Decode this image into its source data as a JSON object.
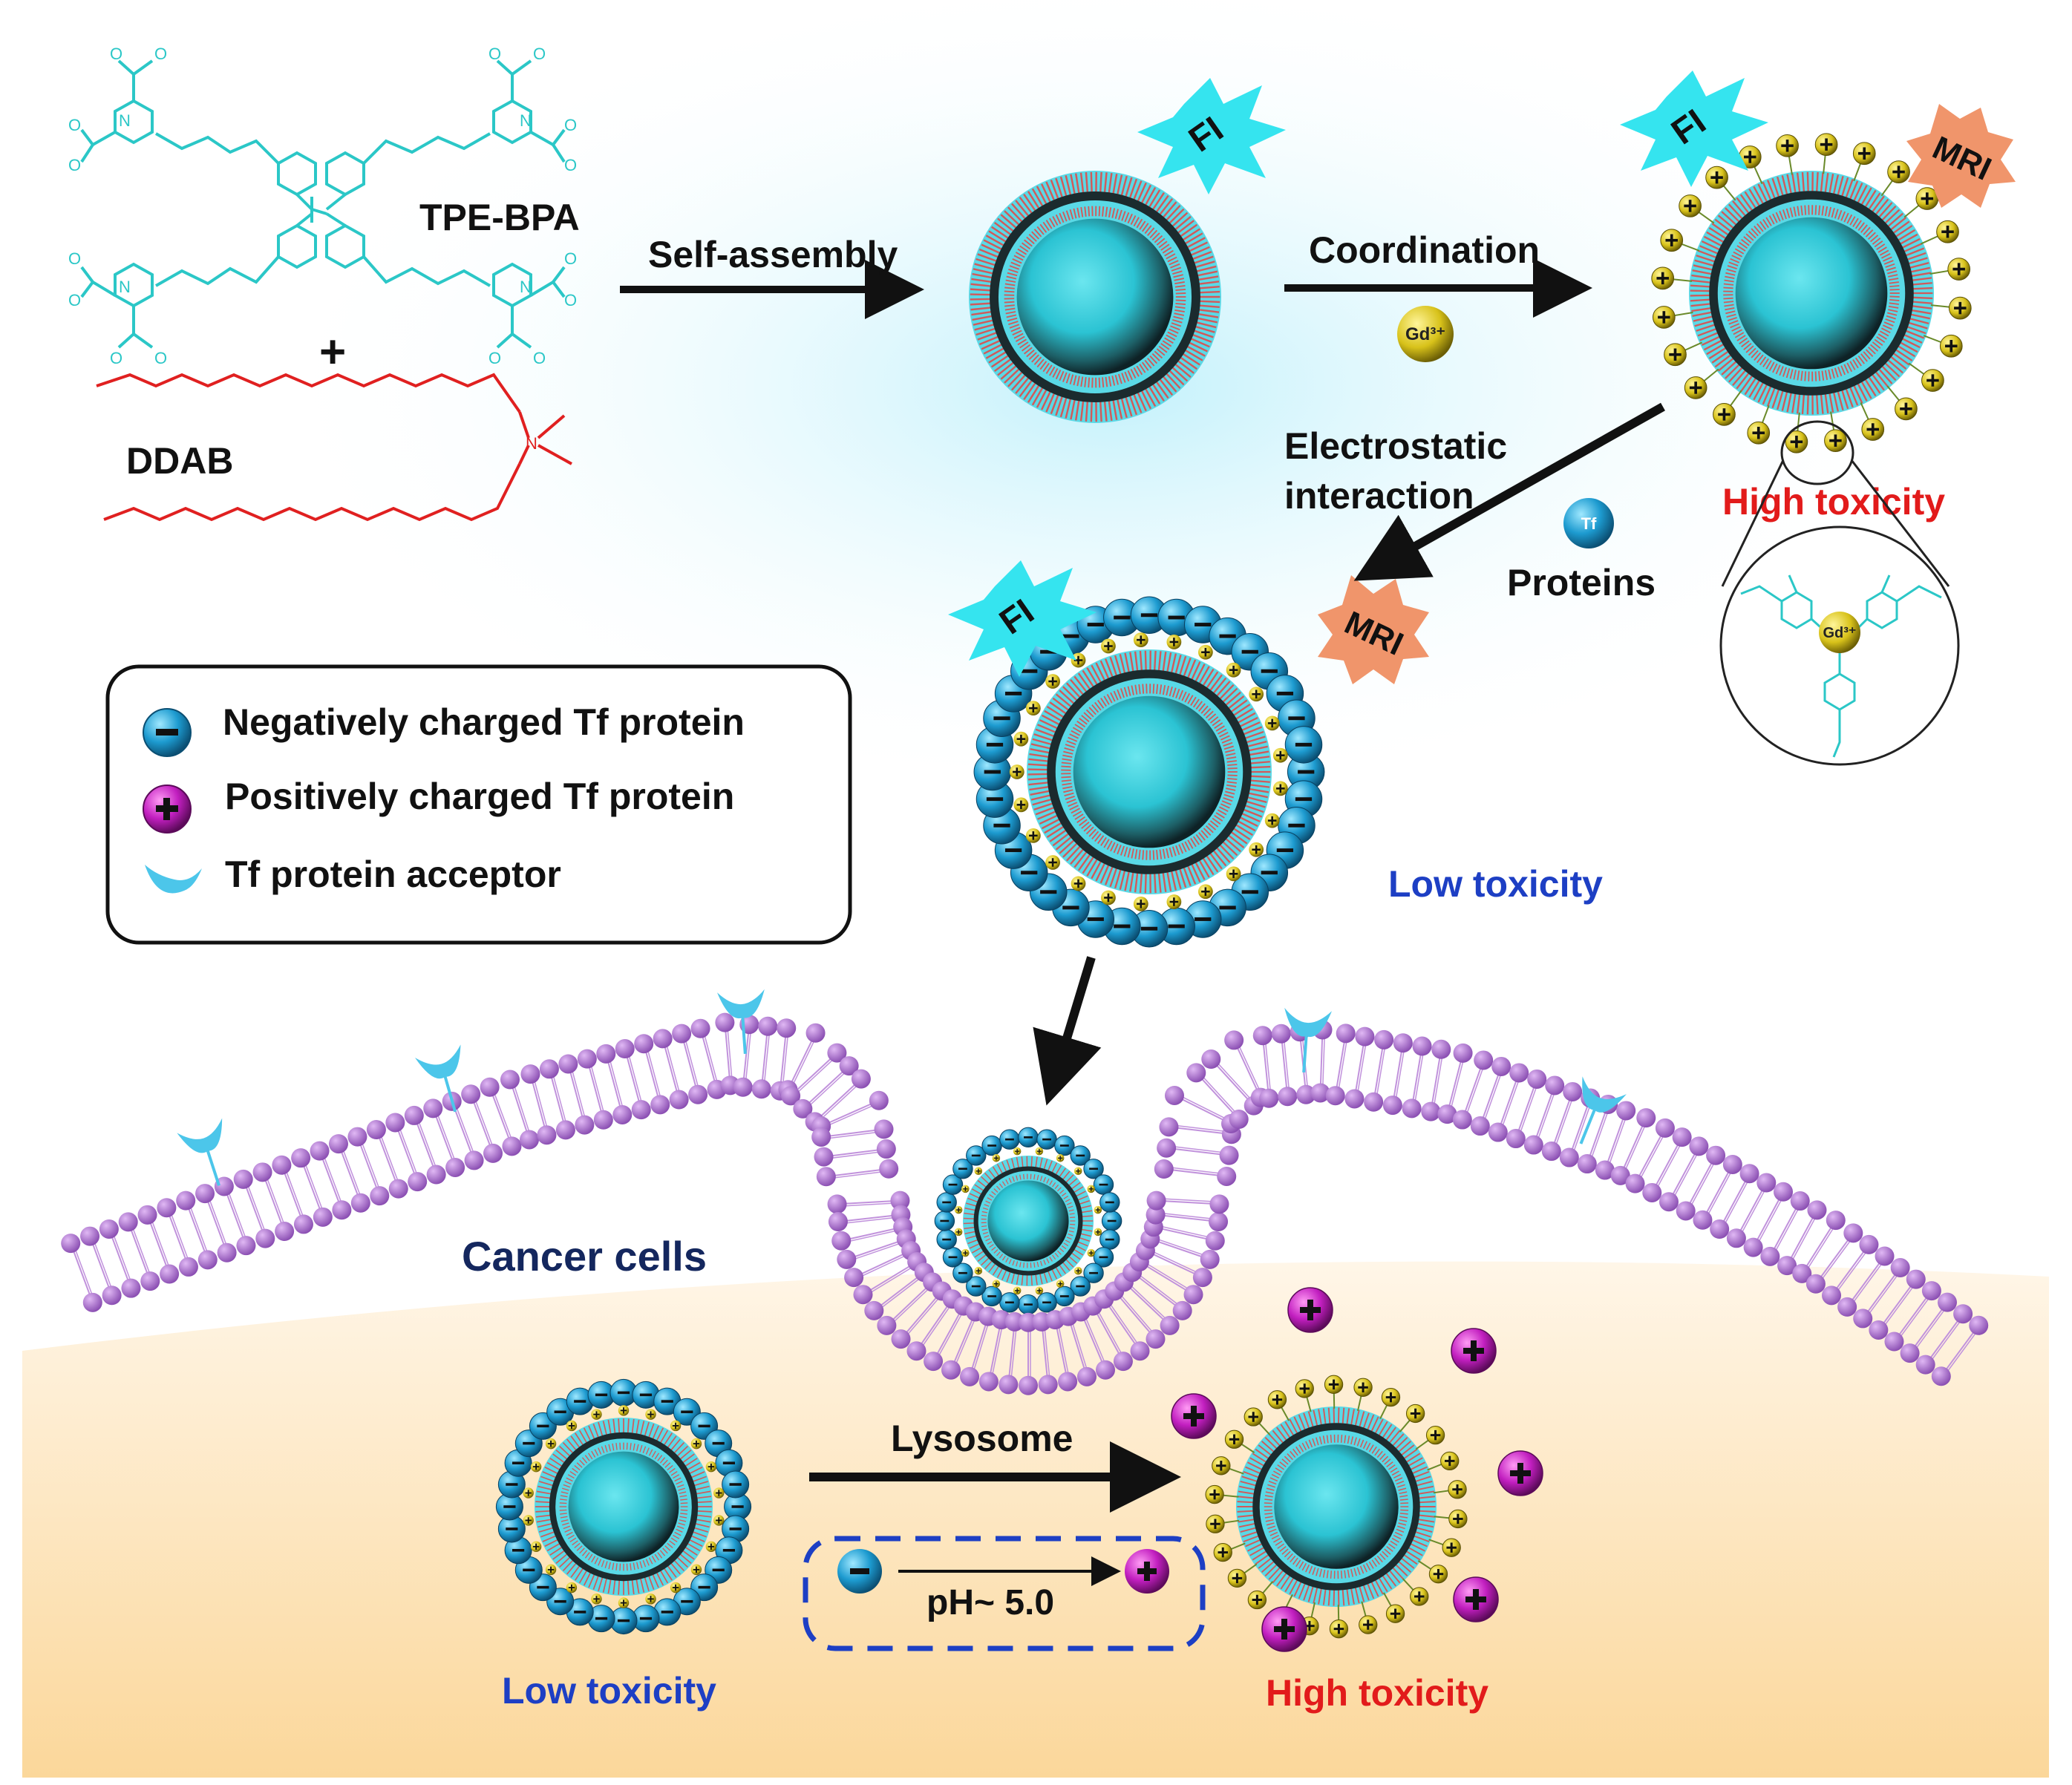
{
  "molecules": {
    "tpe_bpa": "TPE-BPA",
    "ddab": "DDAB",
    "plus_sign": "+"
  },
  "arrows": {
    "self_assembly": "Self-assembly",
    "coordination": "Coordination",
    "electrostatic_line1": "Electrostatic",
    "electrostatic_line2": "interaction",
    "proteins": "Proteins",
    "lysosome": "Lysosome",
    "ph": "pH~ 5.0"
  },
  "badges": {
    "fi": "FI",
    "mri": "MRI",
    "gd_ion": "Gd³⁺",
    "tf": "Tf"
  },
  "toxicity": {
    "high_top": "High toxicity",
    "low_middle": "Low toxicity",
    "low_bottom": "Low toxicity",
    "high_bottom": "High toxicity"
  },
  "legend": {
    "items": [
      {
        "symbol": "minus-sphere",
        "label": "Negatively charged Tf protein"
      },
      {
        "symbol": "plus-sphere",
        "label": "Positively charged Tf protein"
      },
      {
        "symbol": "receptor-cup",
        "label": "Tf protein acceptor"
      }
    ]
  },
  "cell": {
    "label": "Cancer cells"
  },
  "colors": {
    "cyan": "#3fd3e0",
    "lipid_purple": "#a56bc9",
    "tf_blue": "#1793c4",
    "gd_yellow": "#d8c21a",
    "positive_magenta": "#c21fc0",
    "fi_badge": "#35e4ef",
    "mri_badge": "#f0956b",
    "high_toxicity": "#e21b1b",
    "low_toxicity": "#1d3fc4",
    "cell_label": "#14275e"
  }
}
